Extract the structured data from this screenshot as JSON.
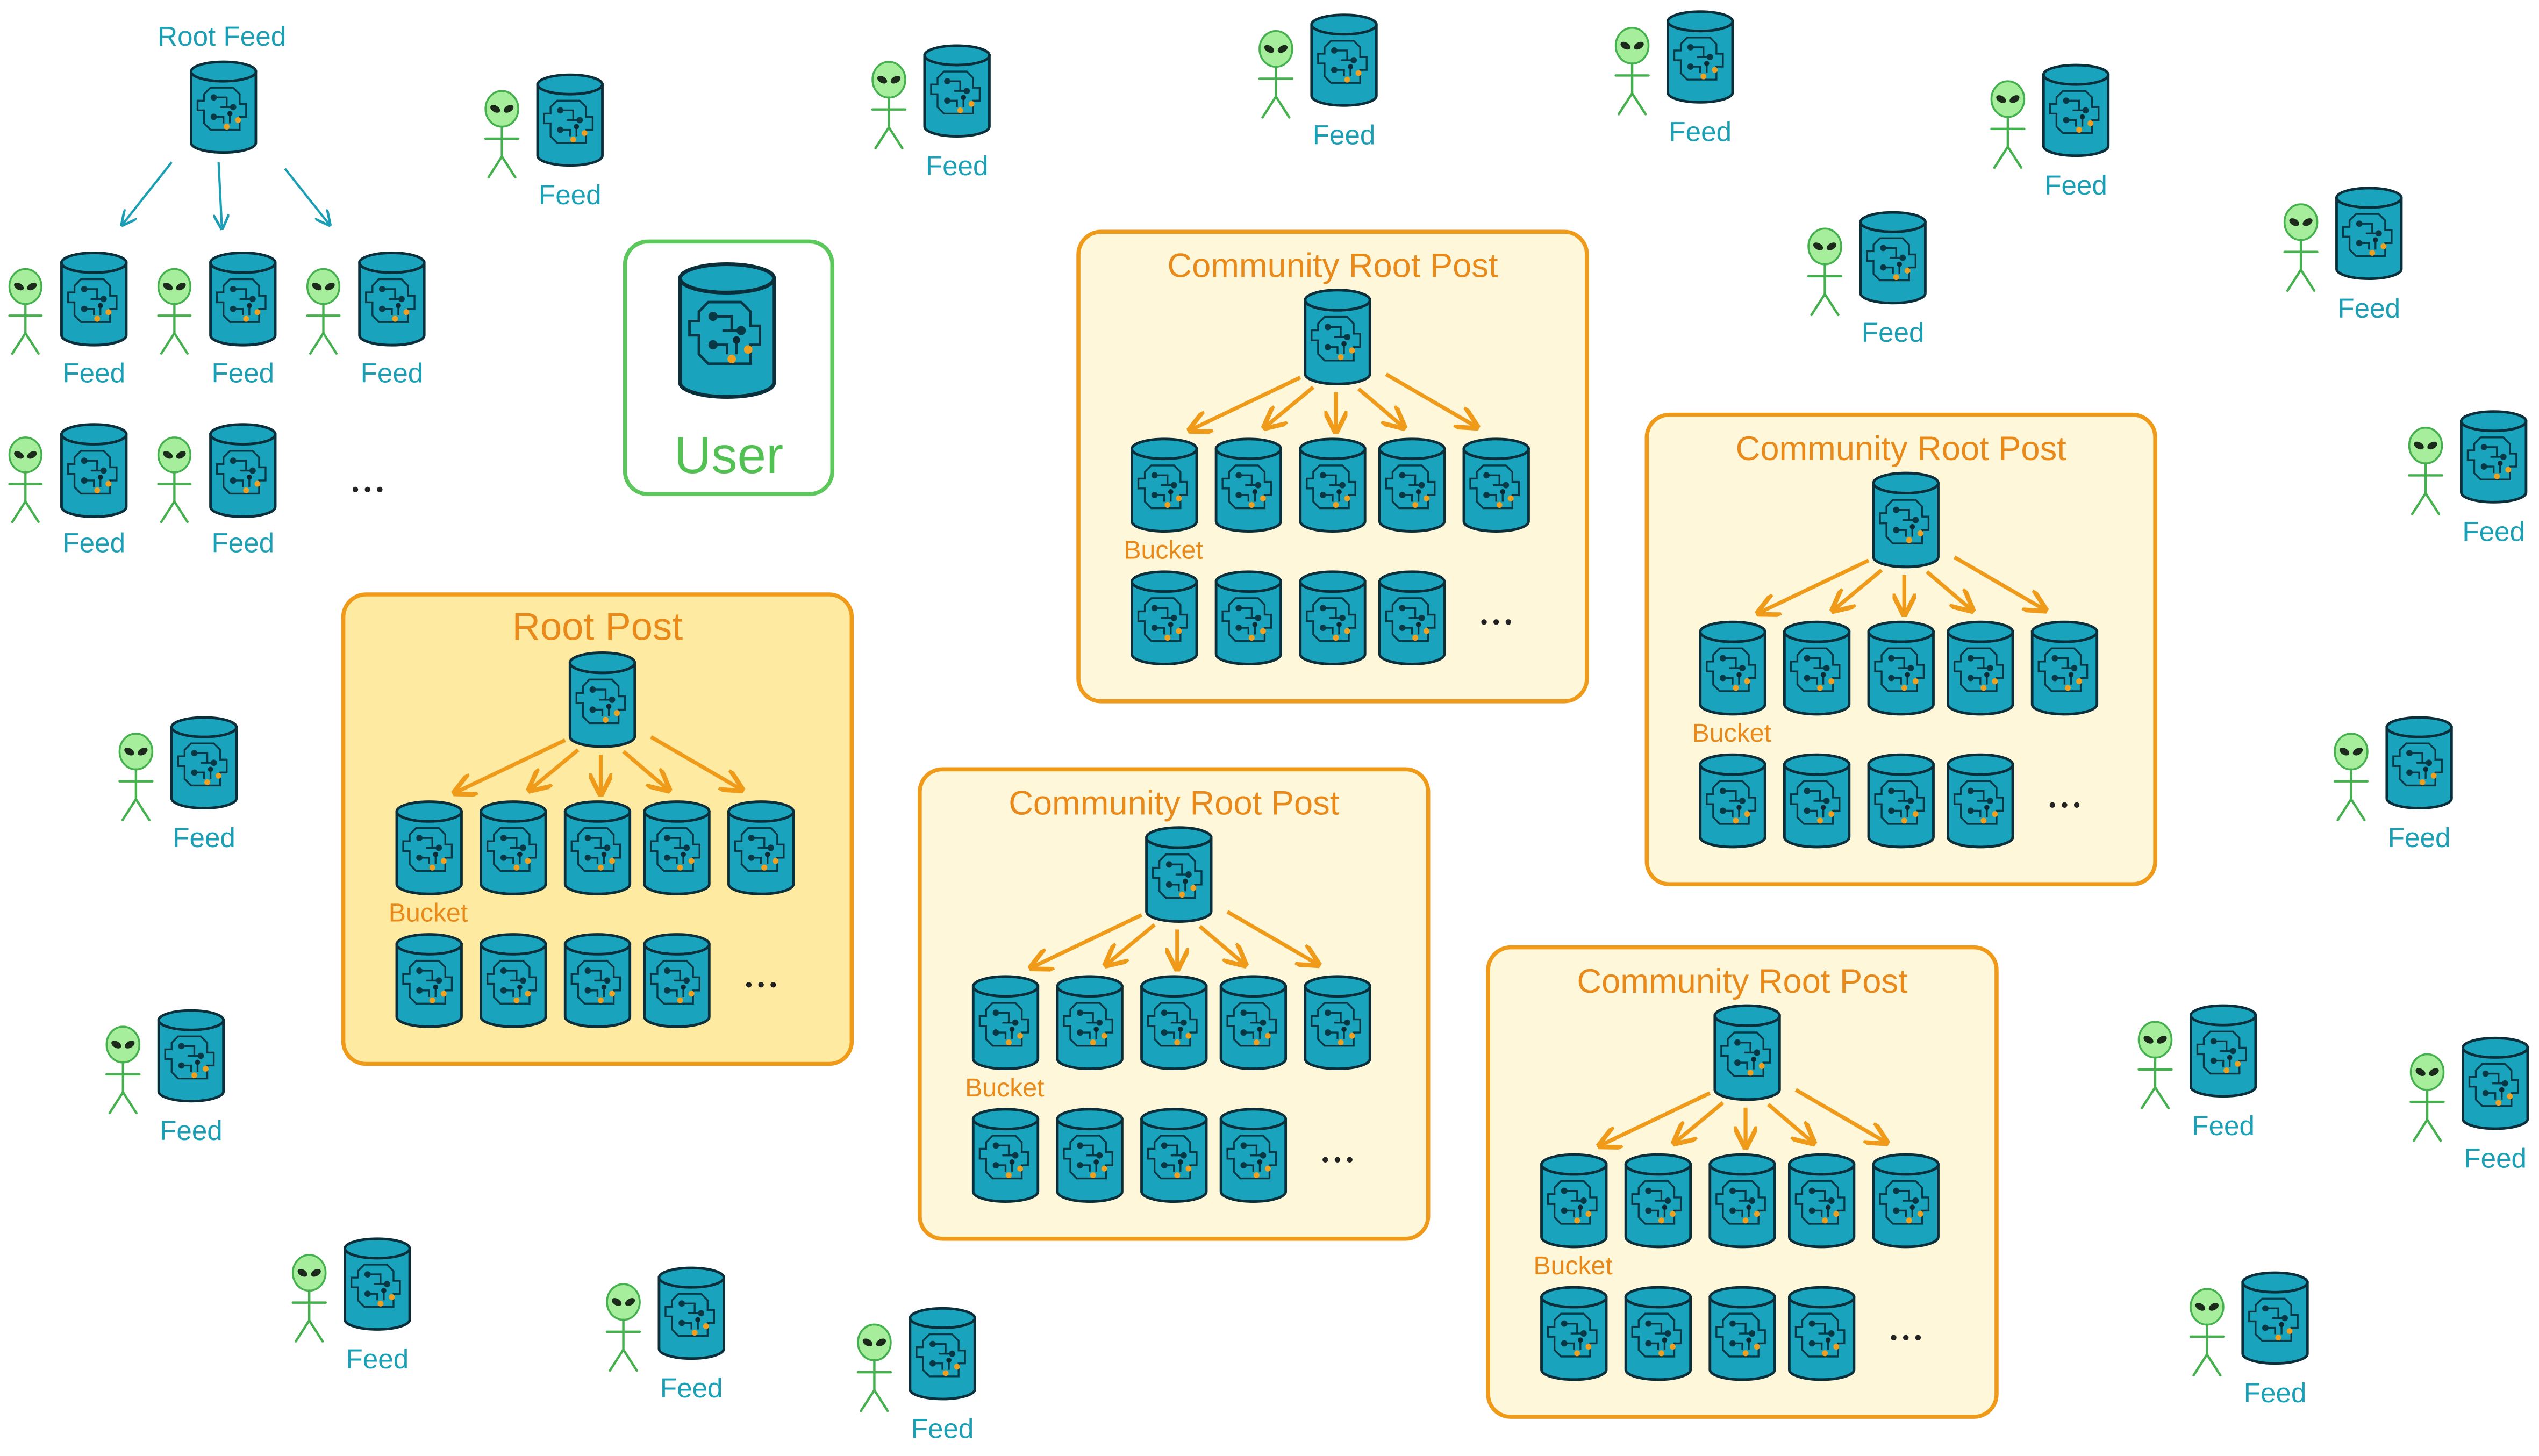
{
  "colors": {
    "feed_text": "#1a9fb5",
    "db_fill": "#1aa3bd",
    "db_stroke": "#0b2f3a",
    "chip_stroke": "#063845",
    "alien_fill": "#a6ee9b",
    "alien_stroke": "#45b04e",
    "orange": "#f09a1a",
    "orange_text": "#e8891a",
    "root_box_fill": "#feeaa0",
    "community_box_fill": "#fff7d9",
    "user_border": "#5cc85c",
    "user_text": "#52c052"
  },
  "icons": {
    "database": "database-chip-icon",
    "feed_owner": "alien-stick-figure-icon"
  },
  "root_feed": {
    "label": "Root Feed",
    "child_feeds": [
      "Feed",
      "Feed",
      "Feed",
      "Feed",
      "Feed"
    ],
    "more": "..."
  },
  "user": {
    "label": "User"
  },
  "root_post": {
    "title": "Root Post",
    "bucket_label": "Bucket",
    "more": "..."
  },
  "community_posts": [
    {
      "title": "Community Root Post",
      "bucket_label": "Bucket",
      "more": "..."
    },
    {
      "title": "Community Root Post",
      "bucket_label": "Bucket",
      "more": "..."
    },
    {
      "title": "Community Root Post",
      "bucket_label": "Bucket",
      "more": "..."
    },
    {
      "title": "Community Root Post",
      "bucket_label": "Bucket",
      "more": "..."
    }
  ],
  "feeds": [
    "Feed",
    "Feed",
    "Feed",
    "Feed",
    "Feed",
    "Feed",
    "Feed",
    "Feed",
    "Feed",
    "Feed",
    "Feed",
    "Feed",
    "Feed",
    "Feed",
    "Feed",
    "Feed",
    "Feed"
  ]
}
